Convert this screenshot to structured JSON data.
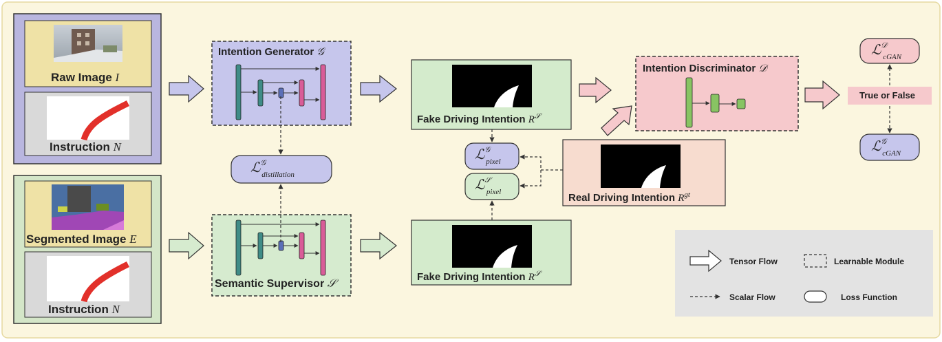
{
  "labels": {
    "raw_image": "Raw Image",
    "raw_image_sym": "I",
    "instruction_top": "Instruction",
    "instruction_top_sym": "N",
    "segmented_image": "Segmented Image",
    "segmented_image_sym": "E",
    "instruction_bottom": "Instruction",
    "instruction_bottom_sym": "N",
    "intention_generator": "Intention Generator",
    "intention_generator_sym": "𝒢",
    "semantic_supervisor": "Semantic Supervisor",
    "semantic_supervisor_sym": "𝒮",
    "fake_intention_top": "Fake Driving Intention",
    "fake_intention_bottom": "Fake Driving Intention",
    "fake_sym": "R",
    "fake_sym_sup": "𝒮",
    "intention_discriminator": "Intention Discriminator",
    "intention_discriminator_sym": "𝒟",
    "real_intention": "Real Driving Intention",
    "real_sym": "R",
    "real_sym_sup": "gt",
    "true_or_false": "True or False"
  },
  "losses": {
    "distillation": {
      "base": "ℒ",
      "sup": "𝒢",
      "sub": "distillation"
    },
    "pixel_g": {
      "base": "ℒ",
      "sup": "𝒢",
      "sub": "pixel"
    },
    "pixel_s": {
      "base": "ℒ",
      "sup": "𝒮",
      "sub": "pixel"
    },
    "cgan_d": {
      "base": "ℒ",
      "sup": "𝒟",
      "sub": "cGAN"
    },
    "cgan_g": {
      "base": "ℒ",
      "sup": "𝒢",
      "sub": "cGAN"
    }
  },
  "legend": {
    "tensor_flow": "Tensor Flow",
    "learnable_module": "Learnable Module",
    "scalar_flow": "Scalar Flow",
    "loss_function": "Loss Function"
  },
  "colors": {
    "background": "#fbf6df",
    "input_top_panel": "#b9b6df",
    "input_bottom_panel": "#d4e6c8",
    "image_card": "#efe2a6",
    "generator_fill": "#c6c6ec",
    "supervisor_fill": "#d6ebcf",
    "fake_box_fill": "#d4ebcc",
    "discriminator_fill": "#f6c9cc",
    "real_box_fill": "#f7dccf",
    "true_false_fill": "#f6c9cc",
    "teal_bar": "#3f8c87",
    "pink_bar": "#d95c98",
    "blue_bar": "#5b6fb8",
    "green_bar": "#88c463",
    "red_path": "#e2302a",
    "legend_fill": "#e3e3e3"
  }
}
